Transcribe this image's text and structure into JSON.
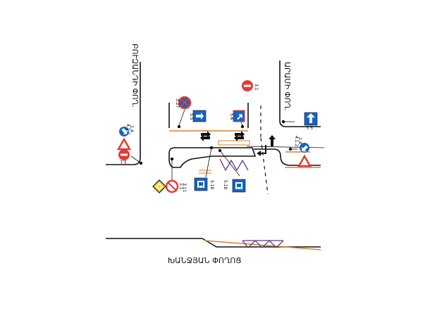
{
  "streets": {
    "left_vertical": "ԲՈՒԶԱՆԴԻ ՓՈՂ.",
    "right_vertical": "ԱՐԱՄԻ ՓՈՂ.",
    "bottom": "ԽԱՆՋՅԱՆ ՓՈՂՈՑ"
  },
  "sign_codes": {
    "left_upper": "2.4",
    "left_upper_b": "4.1.2",
    "left_lower": "3.1",
    "top_noparking": "3.27",
    "top_oneway_left": "5.5",
    "top_oneway_right": "5.6",
    "top_noentry": "3.1",
    "right_upper": "5.5",
    "right_lower": "2.4",
    "right_lower_b": "4.1.2",
    "island_left_a": "2.1",
    "island_left_b": "3.11",
    "island_bus_a": "5.18",
    "island_bus_b": "5.18"
  },
  "colors": {
    "road_line": "#111111",
    "curb_orange": "#d9822b",
    "sign_blue": "#1565c0",
    "sign_red": "#e53935",
    "crossing_purple": "#5b3a8a",
    "priority_yellow": "#f7d533"
  },
  "icons": [
    "two-way-arrow-icon",
    "turn-left-arrow-icon",
    "straight-arrow-icon",
    "zigzag-marking-icon"
  ]
}
